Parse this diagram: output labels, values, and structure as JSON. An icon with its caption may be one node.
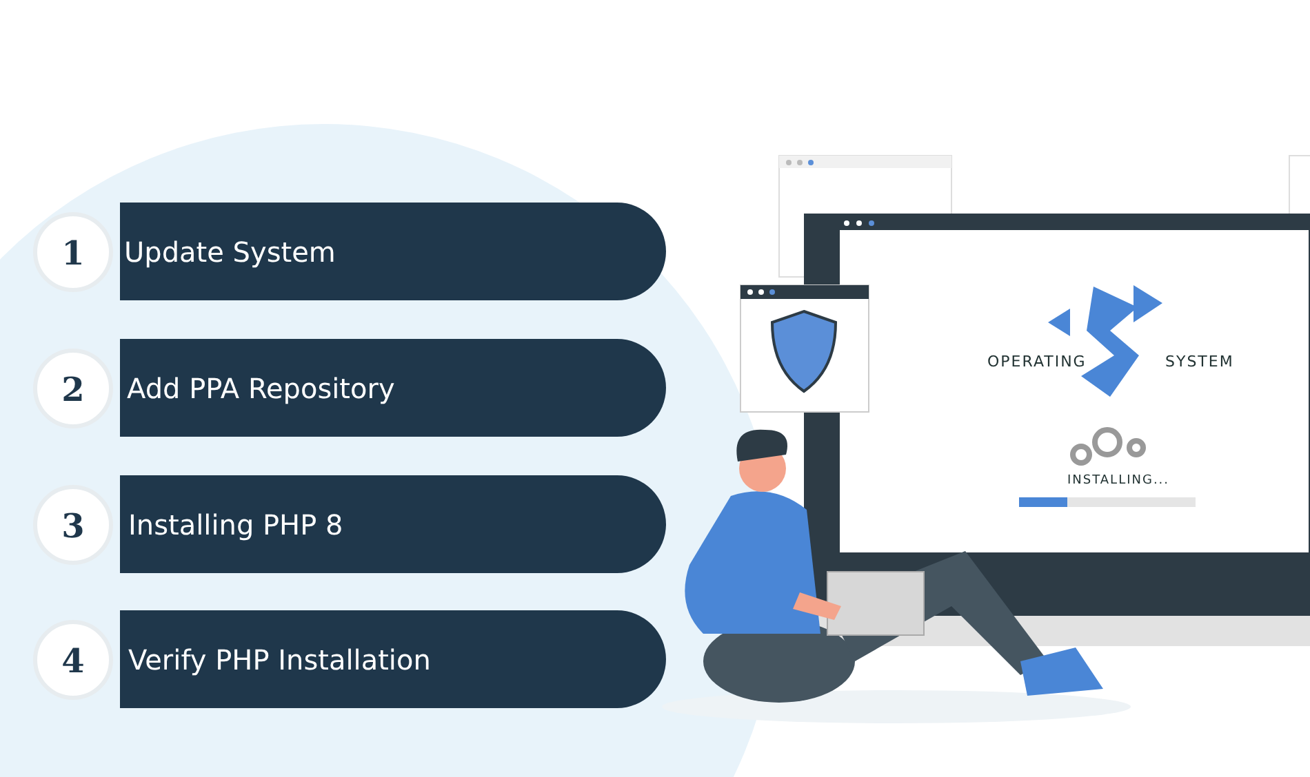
{
  "diagram": {
    "nodes": [
      {
        "text": [
          "1"
        ]
      },
      {
        "text": [
          "Update System"
        ]
      },
      {
        "text": [
          "2"
        ]
      },
      {
        "text": [
          "Add PPA Repository"
        ]
      },
      {
        "text": [
          "3"
        ]
      },
      {
        "text": [
          "Installing PHP 8"
        ]
      },
      {
        "text": [
          "4"
        ]
      },
      {
        "text": [
          "Verify PHP Installation"
        ]
      }
    ],
    "labels": [
      "OPERATING",
      "SYSTEM",
      "INSTALLING..."
    ]
  }
}
